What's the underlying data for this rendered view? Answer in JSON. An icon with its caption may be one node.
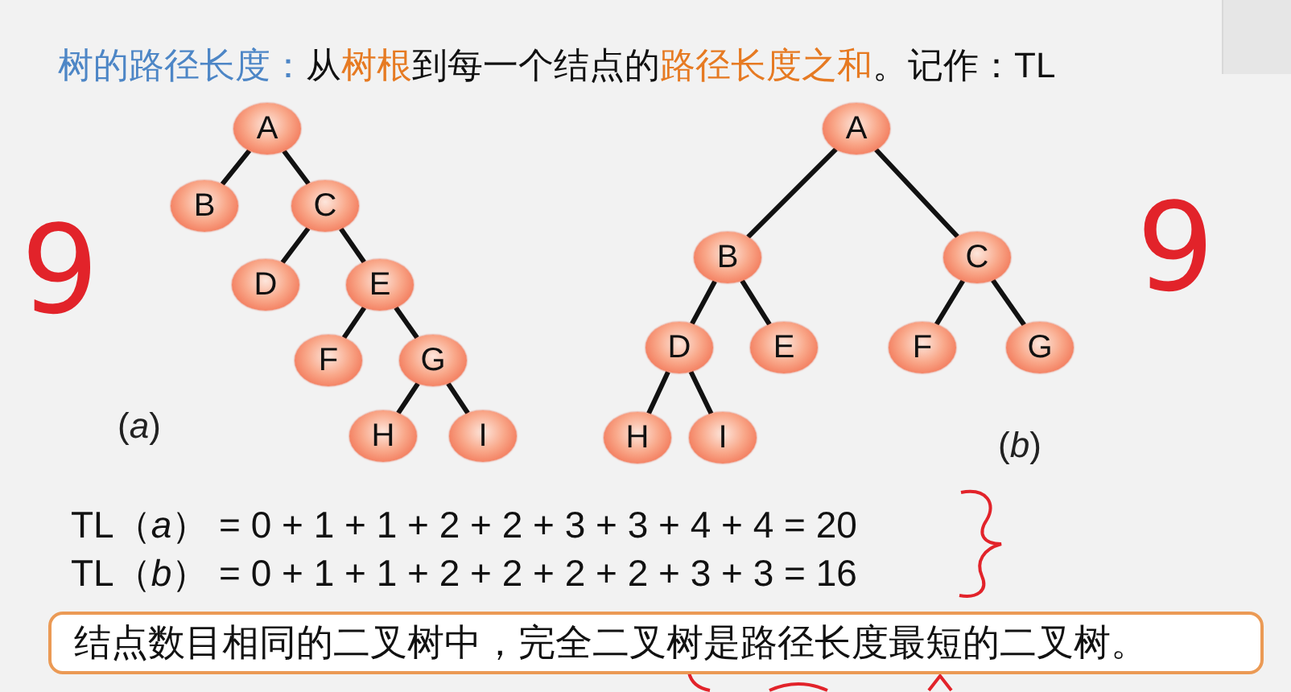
{
  "diagram": {
    "nodes": [
      {
        "text": [
          "A"
        ]
      },
      {
        "text": [
          "B"
        ]
      },
      {
        "text": [
          "C"
        ]
      },
      {
        "text": [
          "D"
        ]
      },
      {
        "text": [
          "E"
        ]
      },
      {
        "text": [
          "F"
        ]
      },
      {
        "text": [
          "G"
        ]
      },
      {
        "text": [
          "H"
        ]
      },
      {
        "text": [
          "I"
        ]
      },
      {
        "text": [
          "A"
        ]
      },
      {
        "text": [
          "B"
        ]
      },
      {
        "text": [
          "C"
        ]
      },
      {
        "text": [
          "D"
        ]
      },
      {
        "text": [
          "E"
        ]
      },
      {
        "text": [
          "F"
        ]
      },
      {
        "text": [
          "G"
        ]
      },
      {
        "text": [
          "H"
        ]
      },
      {
        "text": [
          "I"
        ]
      },
      {
        "text": [
          "结点数目相同的二叉树中，完全二叉树是路径长度最短的二叉树。"
        ]
      }
    ],
    "edges": [
      {
        "from": 0,
        "to": 1,
        "arrow": "none"
      },
      {
        "from": 0,
        "to": 2,
        "arrow": "none"
      },
      {
        "from": 2,
        "to": 3,
        "arrow": "none"
      },
      {
        "from": 2,
        "to": 4,
        "arrow": "none"
      },
      {
        "from": 4,
        "to": 5,
        "arrow": "none"
      },
      {
        "from": 4,
        "to": 6,
        "arrow": "none"
      },
      {
        "from": 6,
        "to": 7,
        "arrow": "none"
      },
      {
        "from": 6,
        "to": 8,
        "arrow": "none"
      },
      {
        "from": 9,
        "to": 10,
        "arrow": "none"
      },
      {
        "from": 9,
        "to": 11,
        "arrow": "none"
      },
      {
        "from": 10,
        "to": 12,
        "arrow": "none"
      },
      {
        "from": 10,
        "to": 13,
        "arrow": "none"
      },
      {
        "from": 11,
        "to": 14,
        "arrow": "none"
      },
      {
        "from": 11,
        "to": 15,
        "arrow": "none"
      },
      {
        "from": 12,
        "to": 16,
        "arrow": "none"
      },
      {
        "from": 12,
        "to": 17,
        "arrow": "none"
      }
    ],
    "labels": [
      "树的路径长度：",
      "从**树根**到每一个结点的**路径长度之和**。记作：TL",
      "9",
      "9",
      "(*a*)",
      "(*b*)",
      "TL（*a*）",
      "= 0 + 1 + 1 + 2 + 2 + 3 + 3 + 4 + 4 = 20",
      "TL（*b*）",
      "= 0 + 1 + 1 + 2 + 2 + 2 + 2 + 3 + 3 = 16"
    ]
  }
}
